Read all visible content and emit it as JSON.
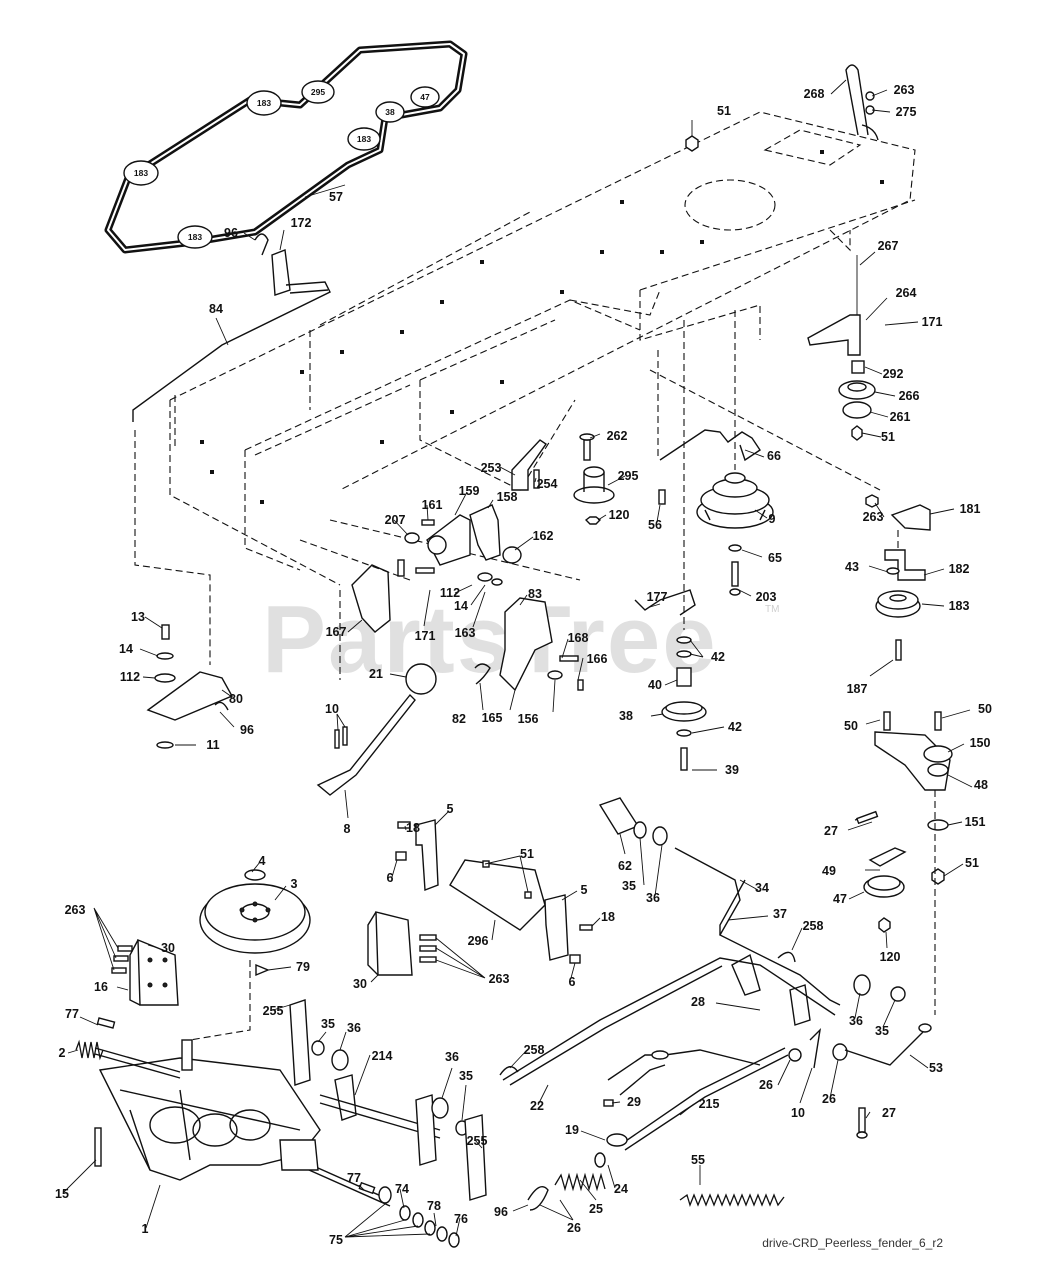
{
  "footer": "drive-CRD_Peerless_fender_6_r2",
  "watermark": {
    "text": "PartsTree",
    "tm": "TM"
  },
  "belt_labels": [
    "183",
    "295",
    "38",
    "47",
    "183",
    "183",
    "183"
  ],
  "callouts": [
    {
      "id": "c-57",
      "text": "57"
    },
    {
      "id": "c-51a",
      "text": "51"
    },
    {
      "id": "c-268",
      "text": "268"
    },
    {
      "id": "c-263a",
      "text": "263"
    },
    {
      "id": "c-275",
      "text": "275"
    },
    {
      "id": "c-172",
      "text": "172"
    },
    {
      "id": "c-96a",
      "text": "96"
    },
    {
      "id": "c-84",
      "text": "84"
    },
    {
      "id": "c-267",
      "text": "267"
    },
    {
      "id": "c-264",
      "text": "264"
    },
    {
      "id": "c-171a",
      "text": "171"
    },
    {
      "id": "c-292",
      "text": "292"
    },
    {
      "id": "c-266",
      "text": "266"
    },
    {
      "id": "c-261",
      "text": "261"
    },
    {
      "id": "c-51b",
      "text": "51"
    },
    {
      "id": "c-262",
      "text": "262"
    },
    {
      "id": "c-66",
      "text": "66"
    },
    {
      "id": "c-253",
      "text": "253"
    },
    {
      "id": "c-254",
      "text": "254"
    },
    {
      "id": "c-295",
      "text": "295"
    },
    {
      "id": "c-161",
      "text": "161"
    },
    {
      "id": "c-159",
      "text": "159"
    },
    {
      "id": "c-158",
      "text": "158"
    },
    {
      "id": "c-207",
      "text": "207"
    },
    {
      "id": "c-162",
      "text": "162"
    },
    {
      "id": "c-120a",
      "text": "120"
    },
    {
      "id": "c-56",
      "text": "56"
    },
    {
      "id": "c-9",
      "text": "9"
    },
    {
      "id": "c-263b",
      "text": "263"
    },
    {
      "id": "c-181",
      "text": "181"
    },
    {
      "id": "c-65",
      "text": "65"
    },
    {
      "id": "c-112a",
      "text": "112"
    },
    {
      "id": "c-14a",
      "text": "14"
    },
    {
      "id": "c-83",
      "text": "83"
    },
    {
      "id": "c-203",
      "text": "203"
    },
    {
      "id": "c-43",
      "text": "43"
    },
    {
      "id": "c-182",
      "text": "182"
    },
    {
      "id": "c-177",
      "text": "177"
    },
    {
      "id": "c-183",
      "text": "183"
    },
    {
      "id": "c-167",
      "text": "167"
    },
    {
      "id": "c-171b",
      "text": "171"
    },
    {
      "id": "c-163",
      "text": "163"
    },
    {
      "id": "c-168",
      "text": "168"
    },
    {
      "id": "c-13",
      "text": "13"
    },
    {
      "id": "c-42a",
      "text": "42"
    },
    {
      "id": "c-14b",
      "text": "14"
    },
    {
      "id": "c-166",
      "text": "166"
    },
    {
      "id": "c-21",
      "text": "21"
    },
    {
      "id": "c-40",
      "text": "40"
    },
    {
      "id": "c-187",
      "text": "187"
    },
    {
      "id": "c-112b",
      "text": "112"
    },
    {
      "id": "c-80",
      "text": "80"
    },
    {
      "id": "c-82",
      "text": "82"
    },
    {
      "id": "c-165",
      "text": "165"
    },
    {
      "id": "c-156",
      "text": "156"
    },
    {
      "id": "c-38",
      "text": "38"
    },
    {
      "id": "c-50a",
      "text": "50"
    },
    {
      "id": "c-50b",
      "text": "50"
    },
    {
      "id": "c-96b",
      "text": "96"
    },
    {
      "id": "c-10a",
      "text": "10"
    },
    {
      "id": "c-42b",
      "text": "42"
    },
    {
      "id": "c-150",
      "text": "150"
    },
    {
      "id": "c-11",
      "text": "11"
    },
    {
      "id": "c-39",
      "text": "39"
    },
    {
      "id": "c-48",
      "text": "48"
    },
    {
      "id": "c-8",
      "text": "8"
    },
    {
      "id": "c-18a",
      "text": "18"
    },
    {
      "id": "c-5a",
      "text": "5"
    },
    {
      "id": "c-27a",
      "text": "27"
    },
    {
      "id": "c-151",
      "text": "151"
    },
    {
      "id": "c-51c",
      "text": "51"
    },
    {
      "id": "c-62",
      "text": "62"
    },
    {
      "id": "c-4",
      "text": "4"
    },
    {
      "id": "c-6a",
      "text": "6"
    },
    {
      "id": "c-51d",
      "text": "51"
    },
    {
      "id": "c-49",
      "text": "49"
    },
    {
      "id": "c-51e",
      "text": "51"
    },
    {
      "id": "c-35a",
      "text": "35"
    },
    {
      "id": "c-34",
      "text": "34"
    },
    {
      "id": "c-3",
      "text": "3"
    },
    {
      "id": "c-36a",
      "text": "36"
    },
    {
      "id": "c-47",
      "text": "47"
    },
    {
      "id": "c-5b",
      "text": "5"
    },
    {
      "id": "c-263c",
      "text": "263"
    },
    {
      "id": "c-37",
      "text": "37"
    },
    {
      "id": "c-18b",
      "text": "18"
    },
    {
      "id": "c-30a",
      "text": "30"
    },
    {
      "id": "c-258a",
      "text": "258"
    },
    {
      "id": "c-296",
      "text": "296"
    },
    {
      "id": "c-120b",
      "text": "120"
    },
    {
      "id": "c-30b",
      "text": "30"
    },
    {
      "id": "c-263d",
      "text": "263"
    },
    {
      "id": "c-79",
      "text": "79"
    },
    {
      "id": "c-6b",
      "text": "6"
    },
    {
      "id": "c-16",
      "text": "16"
    },
    {
      "id": "c-36b",
      "text": "36"
    },
    {
      "id": "c-35b",
      "text": "35"
    },
    {
      "id": "c-28",
      "text": "28"
    },
    {
      "id": "c-255a",
      "text": "255"
    },
    {
      "id": "c-77a",
      "text": "77"
    },
    {
      "id": "c-35c",
      "text": "35"
    },
    {
      "id": "c-36c",
      "text": "36"
    },
    {
      "id": "c-53",
      "text": "53"
    },
    {
      "id": "c-2",
      "text": "2"
    },
    {
      "id": "c-258b",
      "text": "258"
    },
    {
      "id": "c-214",
      "text": "214"
    },
    {
      "id": "c-26a",
      "text": "26"
    },
    {
      "id": "c-36d",
      "text": "36"
    },
    {
      "id": "c-35d",
      "text": "35"
    },
    {
      "id": "c-10b",
      "text": "10"
    },
    {
      "id": "c-26b",
      "text": "26"
    },
    {
      "id": "c-29",
      "text": "29"
    },
    {
      "id": "c-22",
      "text": "22"
    },
    {
      "id": "c-215",
      "text": "215"
    },
    {
      "id": "c-27b",
      "text": "27"
    },
    {
      "id": "c-19",
      "text": "19"
    },
    {
      "id": "c-255b",
      "text": "255"
    },
    {
      "id": "c-15",
      "text": "15"
    },
    {
      "id": "c-77b",
      "text": "77"
    },
    {
      "id": "c-55",
      "text": "55"
    },
    {
      "id": "c-24",
      "text": "24"
    },
    {
      "id": "c-74",
      "text": "74"
    },
    {
      "id": "c-1",
      "text": "1"
    },
    {
      "id": "c-25",
      "text": "25"
    },
    {
      "id": "c-96c",
      "text": "96"
    },
    {
      "id": "c-78",
      "text": "78"
    },
    {
      "id": "c-76",
      "text": "76"
    },
    {
      "id": "c-26c",
      "text": "26"
    },
    {
      "id": "c-75",
      "text": "75"
    }
  ]
}
